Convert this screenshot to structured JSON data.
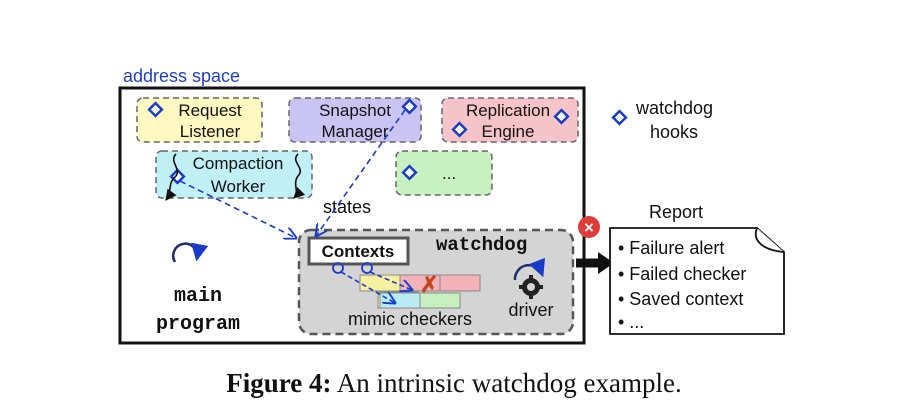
{
  "diagram": {
    "address_space_label": "address space",
    "components": {
      "request_listener": [
        "Request",
        "Listener"
      ],
      "snapshot_manager": [
        "Snapshot",
        "Manager"
      ],
      "replication_engine": [
        "Replication",
        "Engine"
      ],
      "compaction_worker": [
        "Compaction",
        "Worker"
      ],
      "more": "..."
    },
    "hooks_legend": [
      "watchdog",
      "hooks"
    ],
    "states_label": "states",
    "main_program": [
      "main",
      "program"
    ],
    "watchdog": {
      "title": "watchdog",
      "contexts_label": "Contexts",
      "mimic_checkers_label": "mimic checkers",
      "driver_label": "driver"
    },
    "report": {
      "title": "Report",
      "items": [
        "• Failure alert",
        "• Failed checker",
        "• Saved context",
        "• ..."
      ]
    },
    "error_mark": "×",
    "colors": {
      "address_space_label": "#1f3fbf",
      "request_listener_fill": "#fff8c0",
      "snapshot_manager_fill": "#c9c4f2",
      "replication_engine_fill": "#f6c4c8",
      "compaction_worker_fill": "#c0f0f6",
      "more_fill": "#c8f0c0",
      "hook": "#1a3cc8",
      "watchdog_fill": "#d4d4d4",
      "checker_yellow": "#f7f0a0",
      "checker_red": "#f3b2b8",
      "checker_cyan": "#b8ecf4",
      "checker_green": "#c8efc0",
      "error": "#e03b3b"
    }
  },
  "caption": {
    "label": "Figure 4:",
    "text": " An intrinsic watchdog example."
  }
}
